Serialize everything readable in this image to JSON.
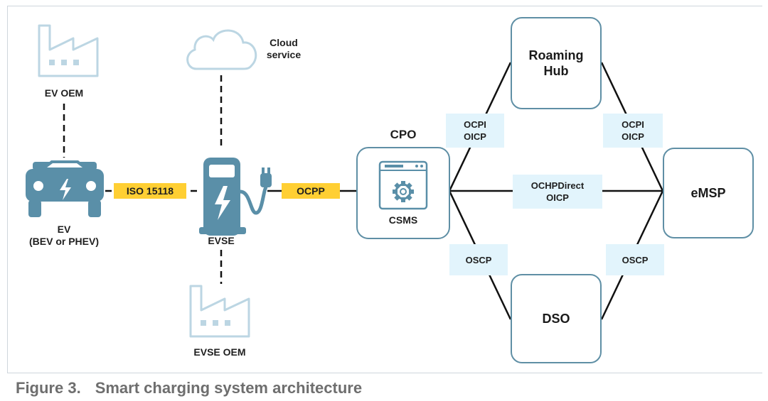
{
  "labels": {
    "ev_oem": "EV OEM",
    "ev_line1": "EV",
    "ev_line2": "(BEV or PHEV)",
    "cloud_line1": "Cloud",
    "cloud_line2": "service",
    "evse": "EVSE",
    "evse_oem": "EVSE OEM",
    "cpo": "CPO",
    "csms": "CSMS"
  },
  "tags": {
    "iso": "ISO 15118",
    "ocpp": "OCPP"
  },
  "nodes": {
    "roaming_line1": "Roaming",
    "roaming_line2": "Hub",
    "emsp": "eMSP",
    "dso": "DSO"
  },
  "protocols": {
    "cpo_roaming_1": "OCPI",
    "cpo_roaming_2": "OICP",
    "roaming_emsp_1": "OCPI",
    "roaming_emsp_2": "OICP",
    "cpo_emsp_1": "OCHPDirect",
    "cpo_emsp_2": "OICP",
    "cpo_dso": "OSCP",
    "dso_emsp": "OSCP"
  },
  "caption": {
    "number": "Figure 3.",
    "title": "Smart charging system architecture"
  },
  "colors": {
    "icon_light": "#bcd6e3",
    "icon_dark": "#5a8fa8",
    "node_border": "#5f8fa5",
    "tag_fill": "#ffcf33",
    "protocol_fill": "#e2f4fc",
    "caption_text": "#6e6e6e"
  },
  "icons": [
    "factory-icon",
    "cloud-icon",
    "car-icon",
    "charging-station-icon",
    "gear-window-icon"
  ]
}
